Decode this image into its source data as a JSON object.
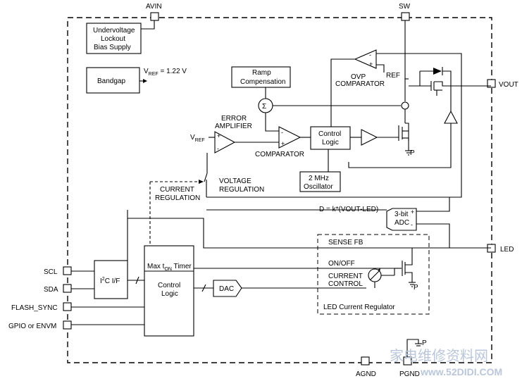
{
  "pins": {
    "avin": "AVIN",
    "sw": "SW",
    "vout": "VOUT",
    "led": "LED",
    "scl": "SCL",
    "sda": "SDA",
    "flash_sync": "FLASH_SYNC",
    "gpio": "GPIO or ENVM",
    "agnd": "AGND",
    "pgnd": "PGND"
  },
  "blocks": {
    "uvlo": [
      "Undervoltage",
      "Lockout",
      "Bias Supply"
    ],
    "bandgap": "Bandgap",
    "vref_label": "V",
    "vref_sub": "REF",
    "vref_value": " = 1.22 V",
    "ramp": [
      "Ramp",
      "Compensation"
    ],
    "sigma": "Σ",
    "ovp": [
      "OVP",
      "COMPARATOR"
    ],
    "ref": "REF",
    "error_amp": [
      "ERROR",
      "AMPLIFIER"
    ],
    "vref2_label": "V",
    "vref2_sub": "REF",
    "comparator": "COMPARATOR",
    "control_logic_top": [
      "Control",
      "Logic"
    ],
    "osc": [
      "2 MHz",
      "Oscillator"
    ],
    "p_label": "P",
    "voltage_reg": [
      "VOLTAGE",
      "REGULATION"
    ],
    "current_reg": [
      "CURRENT",
      "REGULATION"
    ],
    "adc_formula": "D = k*(VOUT-LED)",
    "adc": [
      "3-bit",
      "ADC"
    ],
    "sense_fb": "SENSE FB",
    "i2c": "C I/F",
    "i2c_i": "I",
    "i2c_2": "2",
    "timer_a": "Max t",
    "timer_sub": "ON",
    "timer_b": " Timer",
    "control_logic_bottom": [
      "Control",
      "Logic"
    ],
    "dac": "DAC",
    "onoff": "ON/OFF",
    "current_control": [
      "CURRENT",
      "CONTROL"
    ],
    "led_reg": "LED Current Regulator",
    "plus": "+",
    "minus": "-"
  },
  "watermark": {
    "cn": "家电维修资料网",
    "url": "www.52DIDI.COM"
  }
}
